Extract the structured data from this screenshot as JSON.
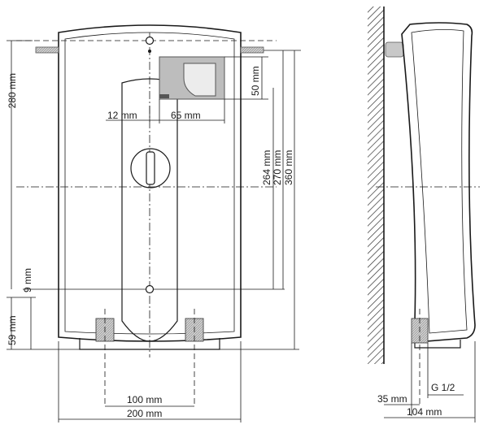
{
  "front_view": {
    "dim_280": "280 mm",
    "dim_59": "59 mm",
    "dim_9": "9 mm",
    "dim_12": "12 mm",
    "dim_65": "65 mm",
    "dim_50": "50 mm",
    "dim_264": "264 mm",
    "dim_270": "270 mm",
    "dim_360": "360 mm",
    "dim_100": "100 mm",
    "dim_200": "200 mm"
  },
  "side_view": {
    "dim_35": "35 mm",
    "dim_thread": "G 1/2",
    "dim_104": "104 mm"
  }
}
